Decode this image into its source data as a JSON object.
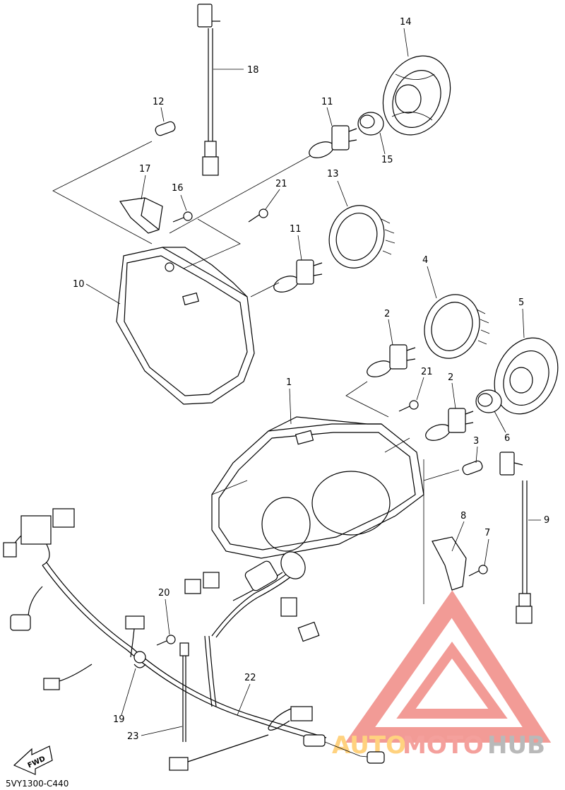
{
  "diagram_code": "5VY1300-C440",
  "direction_label": "FWD",
  "watermark": {
    "part1": "AUTO",
    "part2": "MOTO",
    "part3": "HUB"
  },
  "callouts": {
    "c1": "1",
    "c2a": "2",
    "c2b": "2",
    "c3": "3",
    "c4": "4",
    "c5": "5",
    "c6": "6",
    "c7": "7",
    "c8": "8",
    "c9": "9",
    "c10": "10",
    "c11a": "11",
    "c11b": "11",
    "c12": "12",
    "c13": "13",
    "c14": "14",
    "c15": "15",
    "c16": "16",
    "c17": "17",
    "c18": "18",
    "c19": "19",
    "c20": "20",
    "c21a": "21",
    "c21b": "21",
    "c22": "22",
    "c23": "23"
  },
  "colors": {
    "line": "#000000",
    "watermark_triangle": "#f08a84",
    "watermark_yellow": "#ffd27f",
    "watermark_grey": "#b9b9b9"
  }
}
